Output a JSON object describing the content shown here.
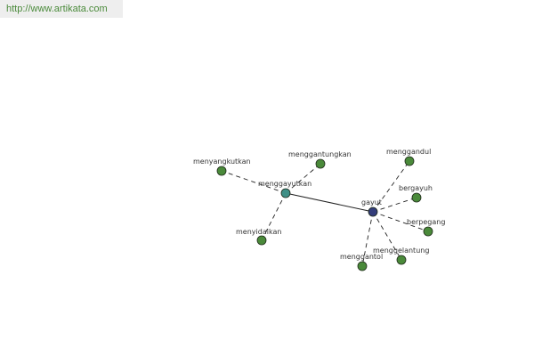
{
  "header": {
    "url": "http://www.artikata.com"
  },
  "graph": {
    "colors": {
      "center": "#333d7a",
      "hub": "#3f8f86",
      "leaf": "#4a8a3a",
      "edge": "#222222"
    },
    "nodes": [
      {
        "id": "gayut",
        "label": "gayut",
        "kind": "center"
      },
      {
        "id": "menggayutkan",
        "label": "menggayutkan",
        "kind": "hub"
      },
      {
        "id": "menyangkutkan",
        "label": "menyangkutkan",
        "kind": "leaf"
      },
      {
        "id": "menggantungkan",
        "label": "menggantungkan",
        "kind": "leaf"
      },
      {
        "id": "menyidaikan",
        "label": "menyidaikan",
        "kind": "leaf"
      },
      {
        "id": "menggandul",
        "label": "menggandul",
        "kind": "leaf"
      },
      {
        "id": "bergayuh",
        "label": "bergayuh",
        "kind": "leaf"
      },
      {
        "id": "berpegang",
        "label": "berpegang",
        "kind": "leaf"
      },
      {
        "id": "menggelantung",
        "label": "menggelantung",
        "kind": "leaf"
      },
      {
        "id": "menggantol",
        "label": "menggantol",
        "kind": "leaf"
      }
    ],
    "edges": [
      {
        "from": "gayut",
        "to": "menggayutkan",
        "style": "solid"
      },
      {
        "from": "menggayutkan",
        "to": "menyangkutkan",
        "style": "dashed"
      },
      {
        "from": "menggayutkan",
        "to": "menggantungkan",
        "style": "dashed"
      },
      {
        "from": "menggayutkan",
        "to": "menyidaikan",
        "style": "dashed"
      },
      {
        "from": "gayut",
        "to": "menggandul",
        "style": "dashed"
      },
      {
        "from": "gayut",
        "to": "bergayuh",
        "style": "dashed"
      },
      {
        "from": "gayut",
        "to": "berpegang",
        "style": "dashed"
      },
      {
        "from": "gayut",
        "to": "menggelantung",
        "style": "dashed"
      },
      {
        "from": "gayut",
        "to": "menggantol",
        "style": "dashed"
      }
    ]
  }
}
